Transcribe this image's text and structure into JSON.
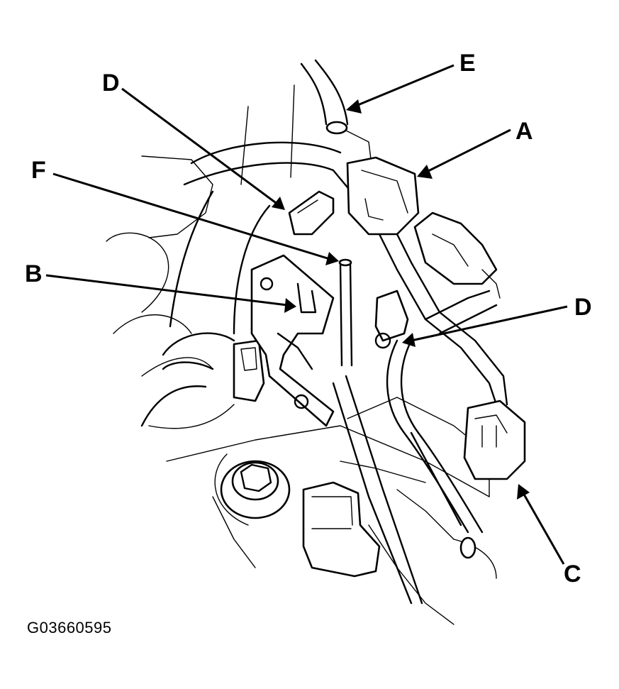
{
  "figure": {
    "id_label": "G03660595",
    "callouts": [
      {
        "key": "A",
        "text": "A"
      },
      {
        "key": "B",
        "text": "B"
      },
      {
        "key": "C",
        "text": "C"
      },
      {
        "key": "D_upper",
        "text": "D"
      },
      {
        "key": "D_right",
        "text": "D"
      },
      {
        "key": "E",
        "text": "E"
      },
      {
        "key": "F",
        "text": "F"
      }
    ]
  }
}
